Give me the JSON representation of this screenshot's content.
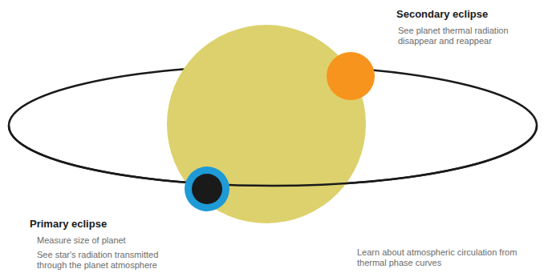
{
  "diagram": {
    "labels": [
      "Secondary eclipse",
      "See planet thermal radiation disappear and reappear",
      "Primary eclipse",
      "Measure size of planet",
      "See star's radiation transmitted through the planet atmosphere",
      "Learn about atmospheric circulation from thermal phase curves"
    ]
  }
}
